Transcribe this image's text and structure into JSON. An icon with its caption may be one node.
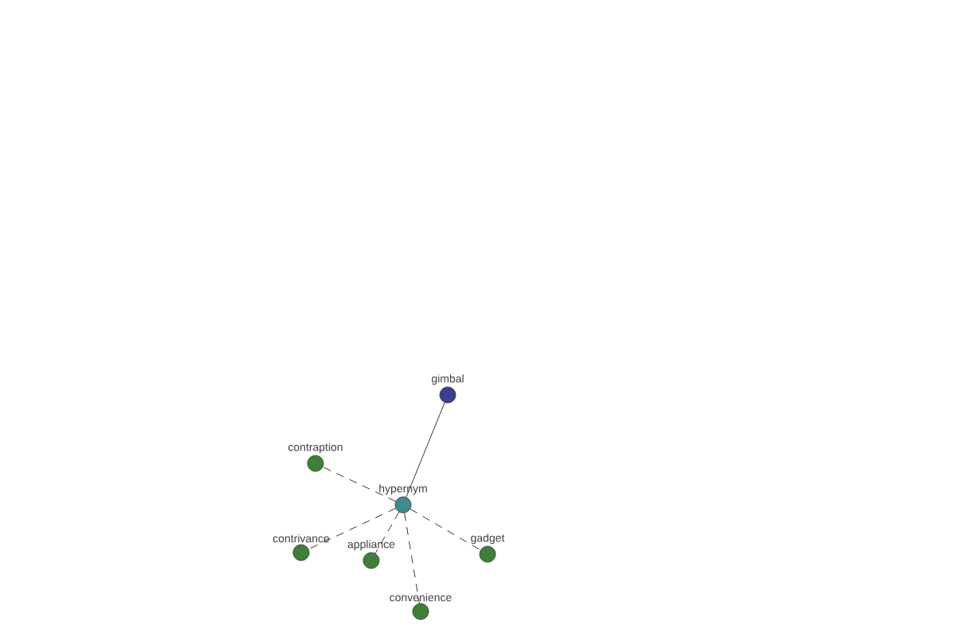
{
  "diagram": {
    "nodes": [
      {
        "text": [
          "gimbal"
        ]
      },
      {
        "text": [
          "contraption"
        ]
      },
      {
        "text": [
          "hypernym"
        ]
      },
      {
        "text": [
          "contrivance"
        ]
      },
      {
        "text": [
          "appliance"
        ]
      },
      {
        "text": [
          "gadget"
        ]
      },
      {
        "text": [
          "convenience"
        ]
      }
    ],
    "edges": [
      {
        "from": 2,
        "to": 0,
        "arrow": "none"
      },
      {
        "from": 2,
        "to": 1,
        "arrow": "none",
        "style": "dashed"
      },
      {
        "from": 2,
        "to": 3,
        "arrow": "none",
        "style": "dashed"
      },
      {
        "from": 2,
        "to": 4,
        "arrow": "none",
        "style": "dashed"
      },
      {
        "from": 2,
        "to": 5,
        "arrow": "none",
        "style": "dashed"
      },
      {
        "from": 2,
        "to": 6,
        "arrow": "none",
        "style": "dashed"
      }
    ]
  }
}
